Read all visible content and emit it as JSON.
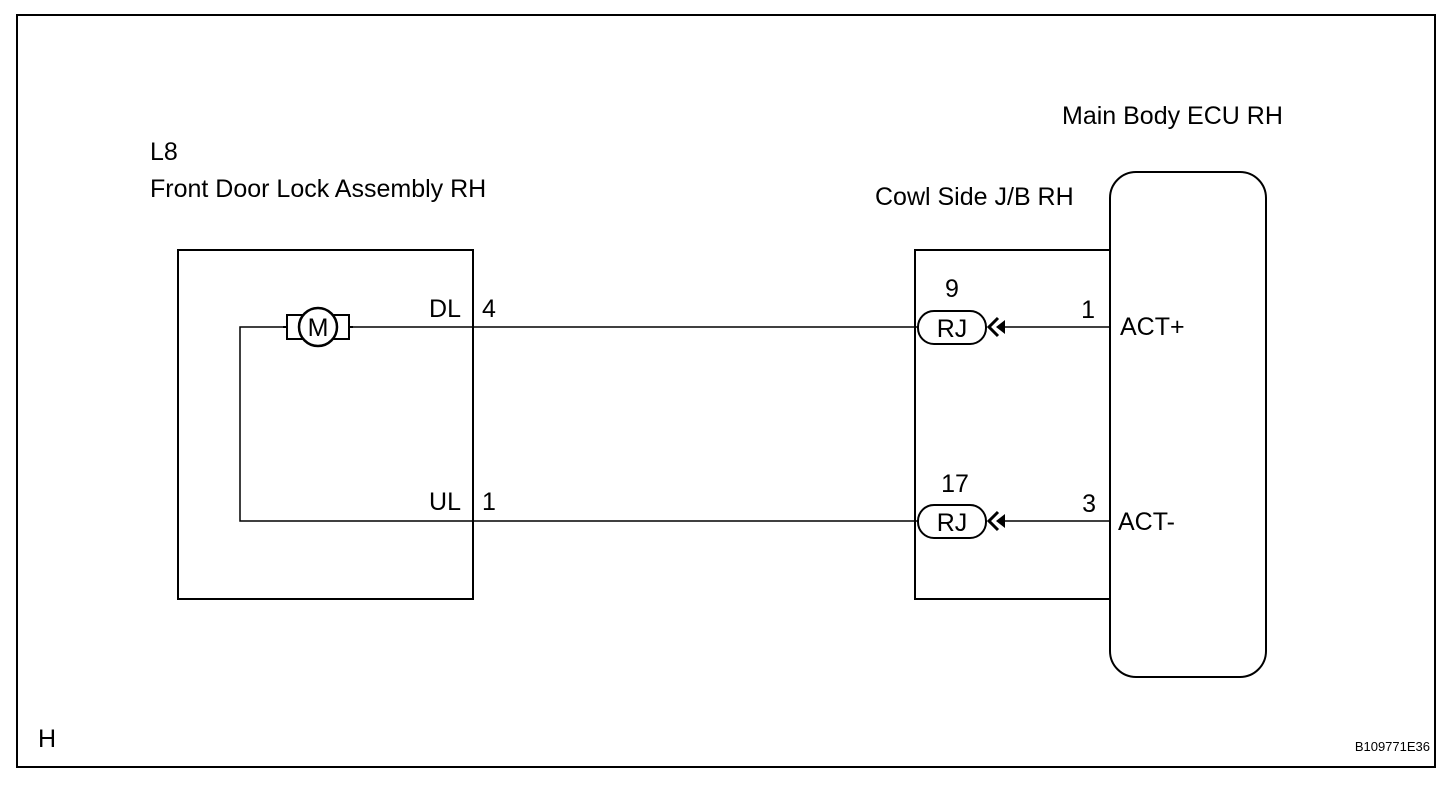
{
  "diagram": {
    "component_left": {
      "code": "L8",
      "name": "Front Door Lock Assembly RH",
      "motor_symbol": "M",
      "pins": [
        {
          "name": "DL",
          "number": "4"
        },
        {
          "name": "UL",
          "number": "1"
        }
      ]
    },
    "junction_block": {
      "name": "Cowl Side J/B RH",
      "connectors": [
        {
          "label": "RJ",
          "pin": "9"
        },
        {
          "label": "RJ",
          "pin": "17"
        }
      ]
    },
    "ecu": {
      "name": "Main Body ECU RH",
      "pins": [
        {
          "number": "1",
          "signal": "ACT+"
        },
        {
          "number": "3",
          "signal": "ACT-"
        }
      ]
    },
    "corner_letter": "H",
    "figure_code": "B109771E36"
  }
}
